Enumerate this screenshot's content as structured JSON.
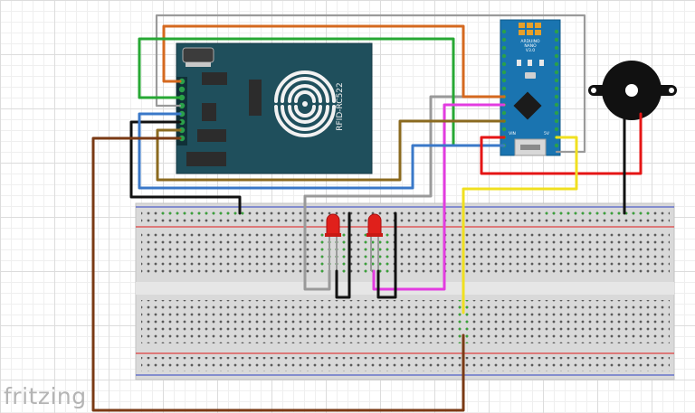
{
  "watermark": "fritzing",
  "rfid_module": {
    "label": "RFID-RC522",
    "board_color": "#1f4f5c",
    "symbol": "contactless-wave-icon"
  },
  "arduino": {
    "name": "Arduino Nano",
    "silk_lines": [
      "ARDUINO",
      "NANO",
      "V3.0"
    ],
    "pin_labels": [
      "VIN",
      "5V"
    ],
    "board_color": "#1a74b0"
  },
  "buzzer": {
    "name": "Piezo buzzer",
    "color": "#111111"
  },
  "leds": [
    {
      "name": "LED 1",
      "color": "#e0201b"
    },
    {
      "name": "LED 2",
      "color": "#e0201b"
    }
  ],
  "breadboard": {
    "name": "Full-size breadboard",
    "rail_red": "#e04040",
    "rail_blue": "#5060c8"
  },
  "wires": [
    {
      "name": "gray-wire",
      "color": "#9a9a9a"
    },
    {
      "name": "orange-wire",
      "color": "#d5691f"
    },
    {
      "name": "green-wire",
      "color": "#27a834"
    },
    {
      "name": "blue-wire",
      "color": "#3a78c8"
    },
    {
      "name": "black-wire",
      "color": "#111111"
    },
    {
      "name": "olive-wire",
      "color": "#8b6a1f"
    },
    {
      "name": "brown-wire",
      "color": "#7a3a14"
    },
    {
      "name": "magenta-wire",
      "color": "#e33ce0"
    },
    {
      "name": "red-wire",
      "color": "#e51515"
    },
    {
      "name": "yellow-wire",
      "color": "#f0e020"
    }
  ]
}
